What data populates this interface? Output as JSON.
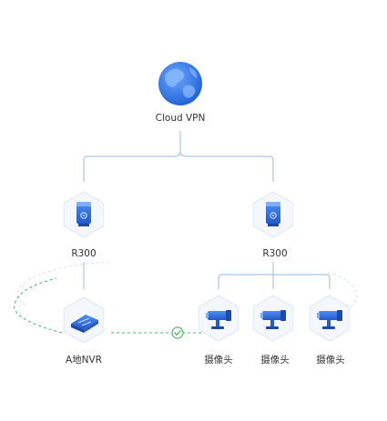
{
  "colors": {
    "line": "#a9c6ea",
    "dashed_link": "#53b86a",
    "check": "#53b86a",
    "device_blue": "#2f6fde",
    "device_light": "#7eb0ff",
    "hex_fill": "#f4f7fc",
    "hex_stroke": "#e3eaf5",
    "text": "#333333"
  },
  "nodes": {
    "cloud": {
      "label": "Cloud VPN",
      "icon": "globe-icon"
    },
    "router_left": {
      "label": "R300",
      "icon": "router-icon"
    },
    "router_right": {
      "label": "R300",
      "icon": "router-icon"
    },
    "nvr": {
      "label": "A地NVR",
      "icon": "nvr-icon"
    },
    "cameras": [
      {
        "label": "摄像头",
        "icon": "camera-icon"
      },
      {
        "label": "摄像头",
        "icon": "camera-icon"
      },
      {
        "label": "摄像头",
        "icon": "camera-icon"
      }
    ]
  },
  "link_status": {
    "icon": "check-icon",
    "status": "connected"
  }
}
